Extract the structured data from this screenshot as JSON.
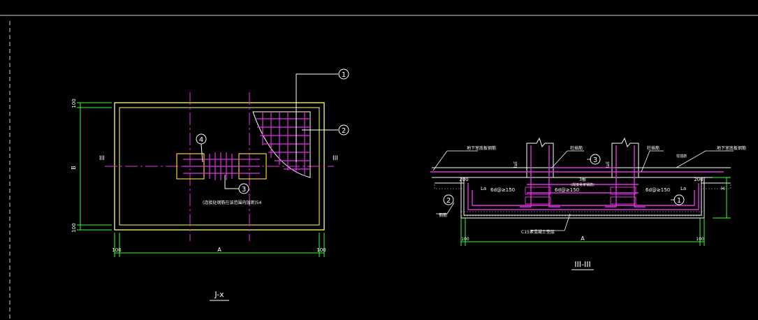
{
  "plan": {
    "dim_top": "100",
    "dim_left": "B",
    "dim_bottom": "100",
    "dim_width": "A",
    "dim_w_left": "100",
    "dim_w_right": "100",
    "section_mark_left": "III",
    "section_mark_right": "III",
    "callout_1": "1",
    "callout_2": "2",
    "callout_3": "3",
    "callout_4": "4",
    "note": "(连接处钢筋在该范围内加密)54",
    "title": "J-x"
  },
  "section": {
    "label_left_top": "地下室底板钢筋",
    "label_mid": "柱插筋",
    "label_right_col": "柱插筋",
    "label_right_slab": "地下室底板钢筋",
    "label_post": "柱插筋",
    "label_stirrup_left": "6d@≥150",
    "label_stirrup_mid": "6d@≥150",
    "label_stirrup_right": "6d@≥150",
    "label_center": "3根",
    "label_center2": "(焊接骨架钢筋)",
    "label_200_left": "200",
    "label_200_right": "200",
    "label_la_left": "La",
    "label_la_right": "La",
    "label_h": "H",
    "label_left_side": "钢筋",
    "label_bottom": "C15素混凝土垫层",
    "label_lae_left": "laE",
    "label_lae_right": "laE",
    "callout_1": "1",
    "callout_2": "2",
    "callout_3": "3",
    "dim_width": "A",
    "dim_left": "100",
    "dim_right": "100",
    "title": "III-III"
  }
}
